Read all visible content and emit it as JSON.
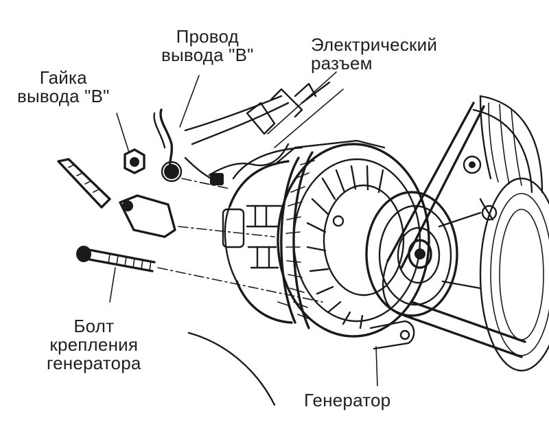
{
  "labels": {
    "b_wire": [
      "Провод",
      "вывода \"B\""
    ],
    "connector": [
      "Электрический",
      "разъем"
    ],
    "b_nut": [
      "Гайка",
      "вывода \"B\""
    ],
    "bolt": [
      "Болт",
      "крепления",
      "генератора"
    ],
    "generator": "Генератор"
  },
  "colors": {
    "ink": "#1a1a1a",
    "background": "#ffffff"
  }
}
